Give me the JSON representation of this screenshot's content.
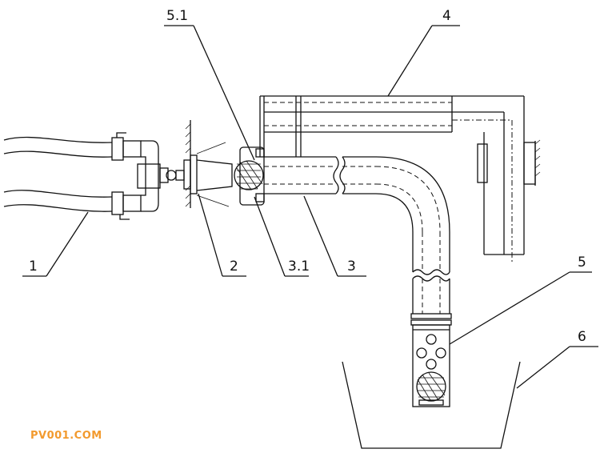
{
  "labels": {
    "l1": "1",
    "l2": "2",
    "l3": "3",
    "l31": "3.1",
    "l4": "4",
    "l5": "5",
    "l51": "5.1",
    "l6": "6"
  },
  "watermark": "PV001.COM"
}
